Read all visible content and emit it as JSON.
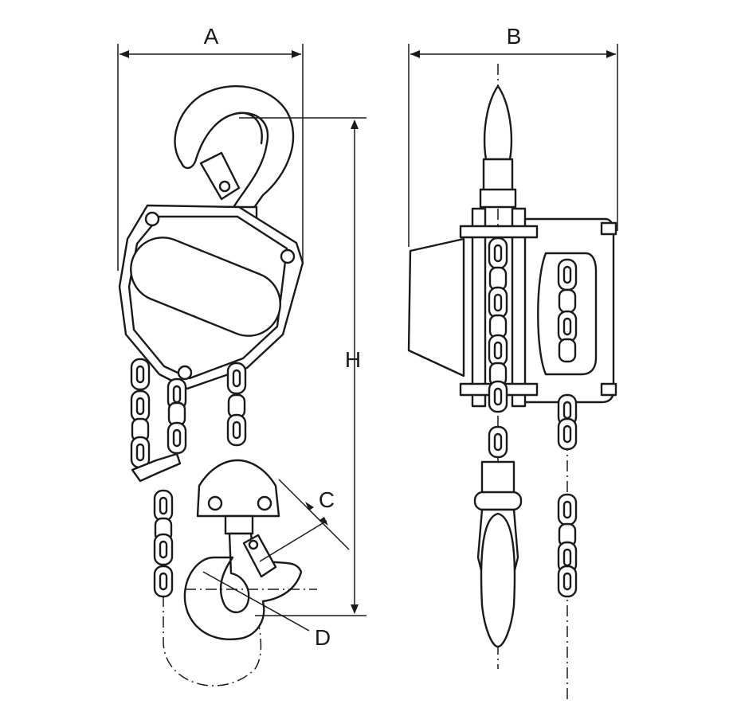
{
  "dimensions": {
    "a": "A",
    "b": "B",
    "c": "C",
    "d": "D",
    "h": "H"
  },
  "colors": {
    "line": "#1a1a1a",
    "background": "#ffffff"
  }
}
